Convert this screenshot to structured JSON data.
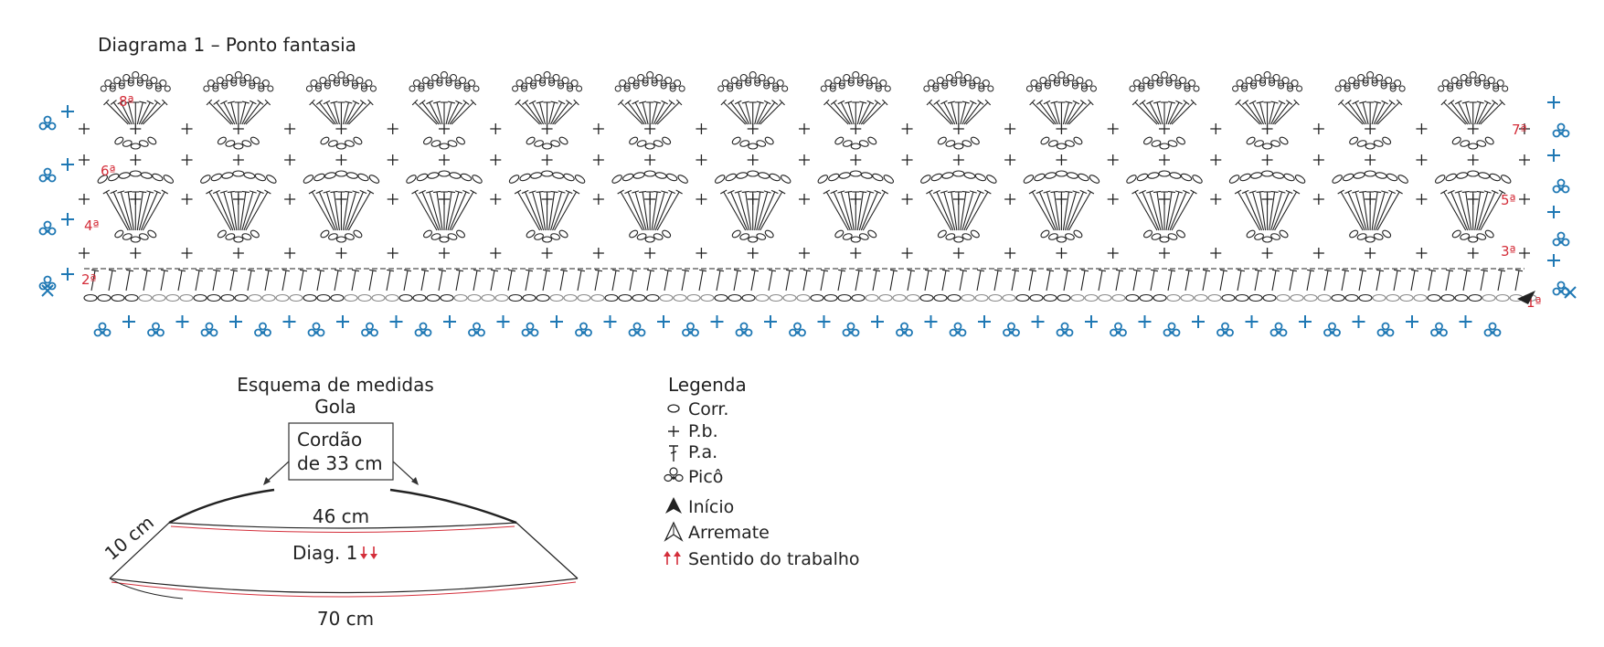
{
  "diagram": {
    "title": "Diagrama 1 – Ponto fantasia",
    "row_labels_right": [
      "1ª",
      "3ª",
      "5ª",
      "7ª"
    ],
    "row_labels_left": [
      "2ª",
      "4ª",
      "6ª",
      "8ª"
    ]
  },
  "schema": {
    "title": "Esquema de medidas",
    "subtitle": "Gola",
    "cord_line1": "Cordão",
    "cord_line2": "de 33 cm",
    "top_width": "46 cm",
    "diag_ref": "Diag. 1",
    "height": "10 cm",
    "bottom_width": "70 cm"
  },
  "legend": {
    "title": "Legenda",
    "items": [
      {
        "icon": "chain-stitch-icon",
        "label": "Corr."
      },
      {
        "icon": "single-crochet-icon",
        "label": "P.b."
      },
      {
        "icon": "double-crochet-icon",
        "label": "P.a."
      },
      {
        "icon": "picot-icon",
        "label": "Picô"
      },
      {
        "icon": "start-arrow-icon",
        "label": "Início"
      },
      {
        "icon": "finish-arrow-icon",
        "label": "Arremate"
      },
      {
        "icon": "work-direction-icon",
        "label": "Sentido do trabalho"
      }
    ]
  },
  "colors": {
    "ink": "#222222",
    "accent_red": "#d42e3a",
    "border_blue": "#1f78b4",
    "chain_grey": "#8a8a8a"
  }
}
